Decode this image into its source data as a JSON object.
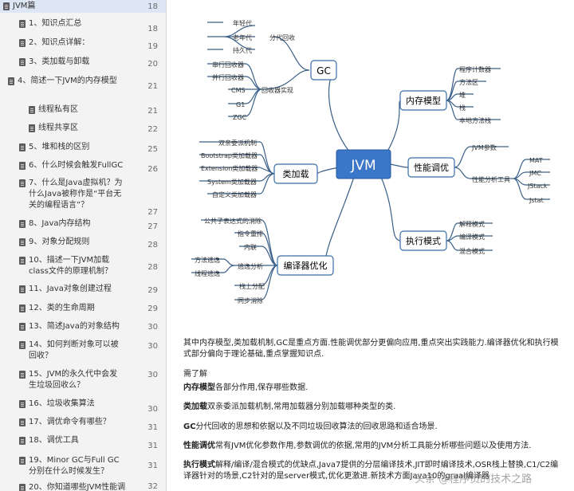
{
  "sidebar": {
    "root": {
      "label": "JVM篇",
      "page": "18"
    },
    "items": [
      {
        "label": "1、知识点汇总",
        "page": "18"
      },
      {
        "label": "2、知识点详解：",
        "page": "19"
      },
      {
        "label": "3、类加载与卸载",
        "page": "20"
      },
      {
        "label": "4、简述一下JVM的内存模型",
        "page": "21"
      },
      {
        "label": "线程私有区",
        "page": "21"
      },
      {
        "label": "线程共享区",
        "page": "22"
      },
      {
        "label": "5、堆和栈的区别",
        "page": "25"
      },
      {
        "label": "6、什么时候会触发FullGC",
        "page": "26"
      },
      {
        "label": "7、什么是Java虚拟机？为什么Java被称作是“平台无关的编程语言”？",
        "page": "27"
      },
      {
        "label": "8、Java内存结构",
        "page": "27"
      },
      {
        "label": "9、对象分配规则",
        "page": "28"
      },
      {
        "label": "10、描述一下JVM加载class文件的原理机制？",
        "page": "28"
      },
      {
        "label": "11、Java对象创建过程",
        "page": "29"
      },
      {
        "label": "12、类的生命周期",
        "page": "29"
      },
      {
        "label": "13、简述Java的对象结构",
        "page": "30"
      },
      {
        "label": "14、如何判断对象可以被回收？",
        "page": "30"
      },
      {
        "label": "15、JVM的永久代中会发生垃圾回收么？",
        "page": "30"
      },
      {
        "label": "16、垃圾收集算法",
        "page": "30"
      },
      {
        "label": "17、调优命令有哪些？",
        "page": "31"
      },
      {
        "label": "18、调优工具",
        "page": "31"
      },
      {
        "label": "19、Minor GC与Full GC分别在什么时候发生？",
        "page": "31"
      },
      {
        "label": "20、你知道哪些JVM性能调",
        "page": "32"
      }
    ]
  },
  "mindmap": {
    "center": "JVM",
    "gc": {
      "label": "GC",
      "fenda": "分代回收",
      "gens": [
        "年轻代",
        "老年代",
        "持久代"
      ],
      "impl": "回收器实现",
      "collectors": [
        "串行回收器",
        "并行回收器",
        "CMS",
        "G1",
        "ZGC"
      ]
    },
    "classload": {
      "label": "类加载",
      "items": [
        "双亲委派机制",
        "Bootstrap类加载器",
        "Extension类加载器",
        "System类加载器",
        "自定义类加载器"
      ]
    },
    "compiler": {
      "label": "编译器优化",
      "items": [
        "公共子表达式的消除",
        "指令重排",
        "内联",
        "逃逸分析",
        "栈上分配",
        "同步消除"
      ],
      "escape": [
        "方法逃逸",
        "线程逃逸"
      ]
    },
    "memory": {
      "label": "内存模型",
      "items": [
        "程序计数器",
        "方法区",
        "堆",
        "栈",
        "本地方法栈"
      ]
    },
    "tuning": {
      "label": "性能调优",
      "params": "JVM参数",
      "tools_label": "性能分析工具",
      "tools": [
        "MAT",
        "JMC",
        "JStack",
        "Jstat"
      ]
    },
    "exec": {
      "label": "执行模式",
      "items": [
        "解释模式",
        "编译模式",
        "混合模式"
      ]
    }
  },
  "notes": {
    "intro": "其中内存模型,类加载机制,GC是重点方面.性能调优部分更偏向应用,重点突出实践能力.编译器优化和执行模式部分偏向于理论基础,重点掌握知识点.",
    "need": "需了解",
    "lines": [
      {
        "term": "内存模型",
        "text": "各部分作用,保存哪些数据."
      },
      {
        "term": "类加载",
        "text": "双亲委派加载机制,常用加载器分别加载哪种类型的类."
      },
      {
        "term": "GC",
        "text": "分代回收的思想和依据以及不同垃圾回收算法的回收思路和适合场景."
      },
      {
        "term": "性能调优",
        "text": "常有JVM优化参数作用,参数调优的依据,常用的JVM分析工具能分析哪些问题以及使用方法."
      },
      {
        "term": "执行模式",
        "text": "解释/编译/混合模式的优缺点,Java7提供的分层编译技术,JIT即时编译技术,OSR栈上替换,C1/C2编译器针对的场景,C2针对的是server模式,优化更激进.新技术方面Java10的graal编译器"
      }
    ],
    "watermark": "头条 @程序员的技术之路"
  },
  "colors": {
    "center_fill": "#3b77c8",
    "branch_stroke": "#3a6ea8",
    "leaf_stroke": "#7aa0c8",
    "line": "#3a5f88"
  }
}
